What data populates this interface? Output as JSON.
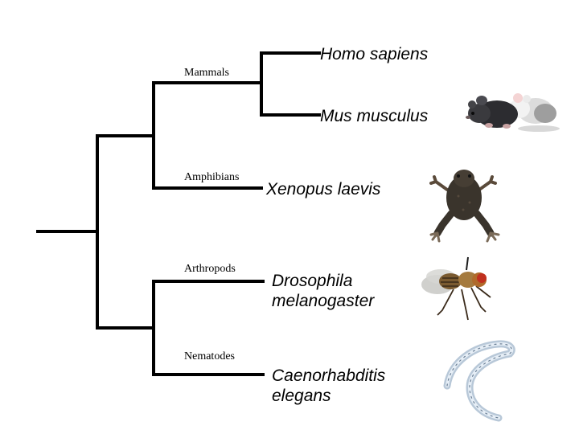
{
  "groups": {
    "mammals": "Mammals",
    "amphibians": "Amphibians",
    "arthropods": "Arthropods",
    "nematodes": "Nematodes"
  },
  "species": {
    "human": "Homo sapiens",
    "mouse": "Mus musculus",
    "frog": "Xenopus laevis",
    "fly_line1": "Drosophila",
    "fly_line2": "melanogaster",
    "worm_line1": "Caenorhabditis",
    "worm_line2": "elegans"
  },
  "icons": {
    "mouse": "mouse-photo-icon",
    "frog": "frog-photo-icon",
    "fly": "fruit-fly-photo-icon",
    "worm": "nematode-photo-icon"
  },
  "colors": {
    "branch": "#000000",
    "background": "#ffffff"
  }
}
